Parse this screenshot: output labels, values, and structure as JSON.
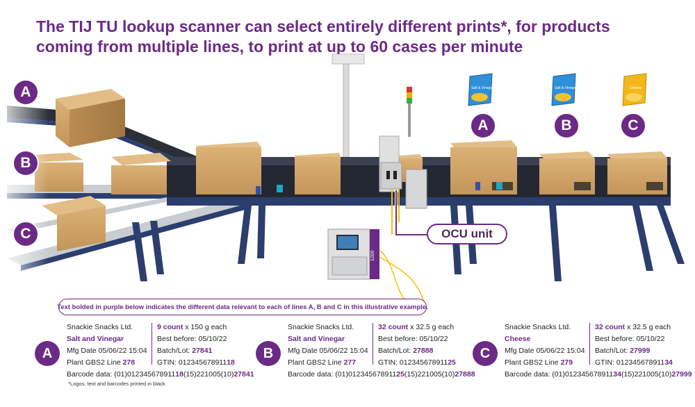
{
  "title": {
    "line1": "The TIJ TU lookup scanner can select entirely different prints*, for products",
    "line2": "coming from multiple lines, to print at up to 60 cases per minute"
  },
  "line_labels": [
    "A",
    "B",
    "C"
  ],
  "product_labels": [
    "A",
    "B",
    "C"
  ],
  "products": [
    {
      "name": "Salt and Vinegar",
      "short": "Salt & Vinegar",
      "color": "#2f8fd8"
    },
    {
      "name": "Salt and Vinegar",
      "short": "Salt & Vinegar",
      "color": "#2f8fd8"
    },
    {
      "name": "Cheese",
      "short": "Cheese",
      "color": "#f2b81a"
    }
  ],
  "case_brand": "Snackie Snacks Ltd.",
  "printer_model": "1200",
  "ocu_label": "OCU unit",
  "note": "Text bolded in purple below indicates the different data relevant to each of lines A, B and C in this illustrative example.",
  "panels": [
    {
      "letter": "A",
      "company": "Snackie Snacks Ltd.",
      "flavor": "Salt and Vinegar",
      "mfg": "Mfg Date 05/06/22 15:04",
      "plant_prefix": "Plant GBS2 Line ",
      "plant_line": "278",
      "count_bold": "9 count",
      "count_rest": " x 150 g each",
      "best_before": "Best before: 05/10/22",
      "batch_prefix": "Batch/Lot: ",
      "batch": "27841",
      "gtin_prefix": "GTIN: 012345678911",
      "gtin_var": "18",
      "bc_prefix": "Barcode data: (01)012345678911",
      "bc_gtin": "18",
      "bc_mid": "(15)221005(10)",
      "bc_batch": "27841"
    },
    {
      "letter": "B",
      "company": "Snackie Snacks Ltd.",
      "flavor": "Salt and Vinegar",
      "mfg": "Mfg Date 05/06/22 15:04",
      "plant_prefix": "Plant GBS2 Line ",
      "plant_line": "277",
      "count_bold": "32 count",
      "count_rest": " x 32.5 g each",
      "best_before": "Best before: 05/10/22",
      "batch_prefix": "Batch/Lot: ",
      "batch": "27888",
      "gtin_prefix": "GTIN: 012345678911",
      "gtin_var": "25",
      "bc_prefix": "Barcode data: (01)012345678911",
      "bc_gtin": "25",
      "bc_mid": "(15)221005(10)",
      "bc_batch": "27888"
    },
    {
      "letter": "C",
      "company": "Snackie Snacks Ltd.",
      "flavor": "Cheese",
      "mfg": "Mfg Date 05/06/22 15:04",
      "plant_prefix": "Plant GBS2 Line ",
      "plant_line": "279",
      "count_bold": "32 count",
      "count_rest": " x 32.5 g each",
      "best_before": "Best before: 05/10/22",
      "batch_prefix": "Batch/Lot: ",
      "batch": "27999",
      "gtin_prefix": "GTIN: 012345678911",
      "gtin_var": "34",
      "bc_prefix": "Barcode data: (01)012345678911",
      "bc_gtin": "34",
      "bc_mid": "(15)221005(10)",
      "bc_batch": "27999"
    }
  ],
  "footnote": "*Logos, text and barcodes printed in black",
  "colors": {
    "accent": "#6b2a86",
    "conveyor": "#2b3e6e",
    "belt": "#222831",
    "box": "#d4a86a"
  }
}
